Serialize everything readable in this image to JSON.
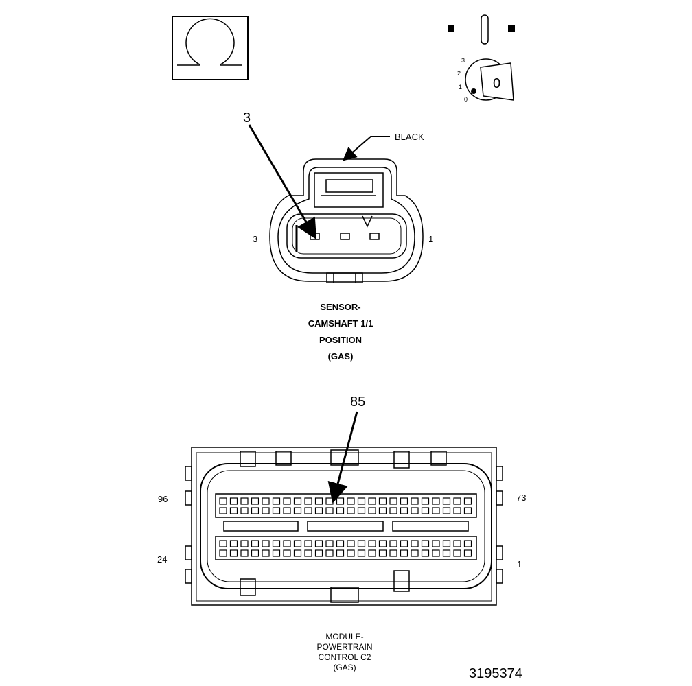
{
  "figure_number": "3195374",
  "key_icon": {
    "positions": [
      "3",
      "2",
      "1",
      "0"
    ],
    "key_label": "0"
  },
  "connector1": {
    "callout": "3",
    "color_label": "BLACK",
    "left_pin_label": "3",
    "right_pin_label": "1",
    "title_lines": [
      "SENSOR-",
      "CAMSHAFT 1/1",
      "POSITION",
      "(GAS)"
    ]
  },
  "connector2": {
    "callout": "85",
    "top_left_label": "96",
    "top_right_label": "73",
    "bottom_left_label": "24",
    "bottom_right_label": "1",
    "title_lines": [
      "MODULE-",
      "POWERTRAIN",
      "CONTROL C2",
      "(GAS)"
    ]
  }
}
